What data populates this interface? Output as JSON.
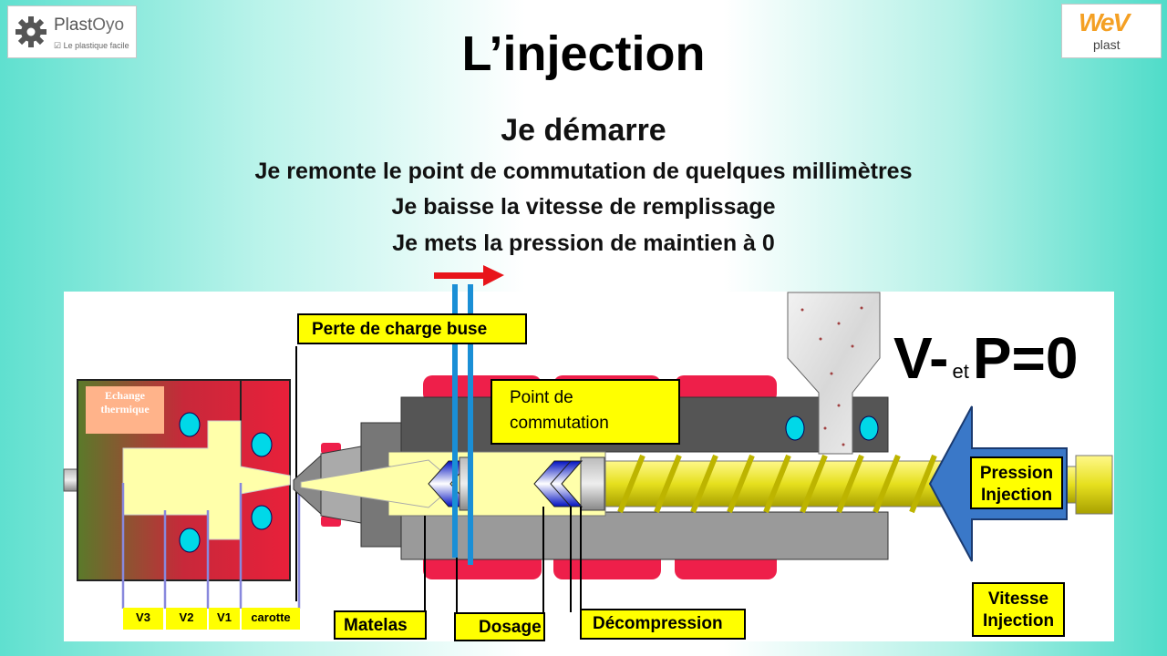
{
  "logos": {
    "left_name_a": "Plast",
    "left_name_b": "Oyo",
    "left_tagline": "Le plastique facile",
    "right_brand": "WeV",
    "right_sub": "plast"
  },
  "title": "L’injection",
  "instructions": [
    "Je démarre",
    "Je remonte le point de commutation de quelques millimètres",
    "Je baisse la vitesse de remplissage",
    "Je mets la pression de maintien à 0"
  ],
  "diagram": {
    "perte_de_charge": "Perte de charge buse",
    "point_commutation": [
      "Point de",
      "commutation"
    ],
    "echange": [
      "Echange",
      "thermique"
    ],
    "vp": {
      "v": "V-",
      "et": "et",
      "p": "P=0"
    },
    "pression": [
      "Pression",
      "Injection"
    ],
    "vitesse": [
      "Vitesse",
      "Injection"
    ],
    "matelas": "Matelas",
    "dosage": "Dosage",
    "decompression": "Décompression",
    "zones": [
      "V3",
      "V2",
      "V1",
      "carotte"
    ]
  },
  "colors": {
    "arrow_red": "#e8141a",
    "blue_lines": "#1a8fd6",
    "label_yellow": "#ffff00",
    "mold_red": "#c8283a",
    "screw_yellow": "#e6e01e",
    "barrel_gray": "#7a7a7a",
    "push_arrow": "#3a78c8"
  }
}
